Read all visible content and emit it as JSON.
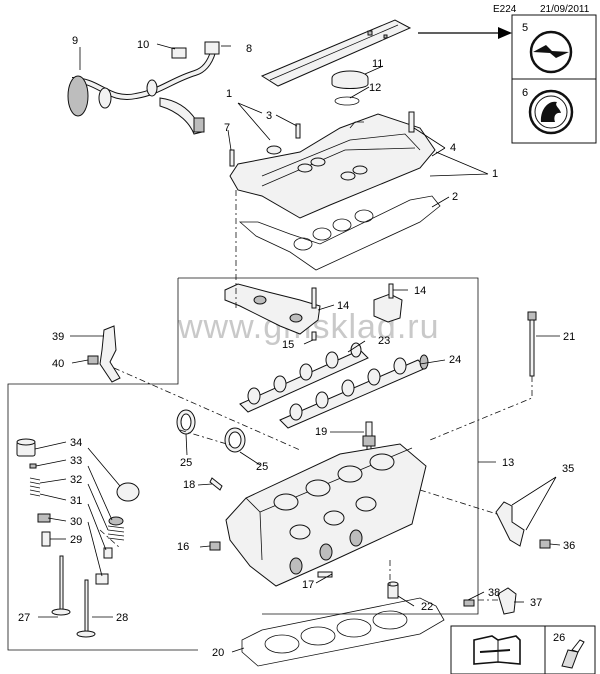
{
  "header": {
    "code": "E224",
    "date": "21/09/2011"
  },
  "watermark": "www.gmsklad.ru",
  "callouts": [
    "1",
    "1",
    "2",
    "3",
    "4",
    "5",
    "6",
    "7",
    "8",
    "9",
    "10",
    "11",
    "12",
    "13",
    "14",
    "14",
    "15",
    "16",
    "17",
    "18",
    "19",
    "20",
    "21",
    "22",
    "23",
    "24",
    "25",
    "25",
    "26",
    "27",
    "28",
    "29",
    "30",
    "31",
    "32",
    "33",
    "34",
    "35",
    "36",
    "37",
    "38",
    "39",
    "40"
  ],
  "colors": {
    "line": "#111111",
    "fill": "#f2f2f2",
    "watermark": "#c9c9c9"
  },
  "icons": [
    "opel-logo-icon",
    "vauxhall-griffin-icon",
    "repair-manual-icon",
    "sealant-tube-icon"
  ]
}
